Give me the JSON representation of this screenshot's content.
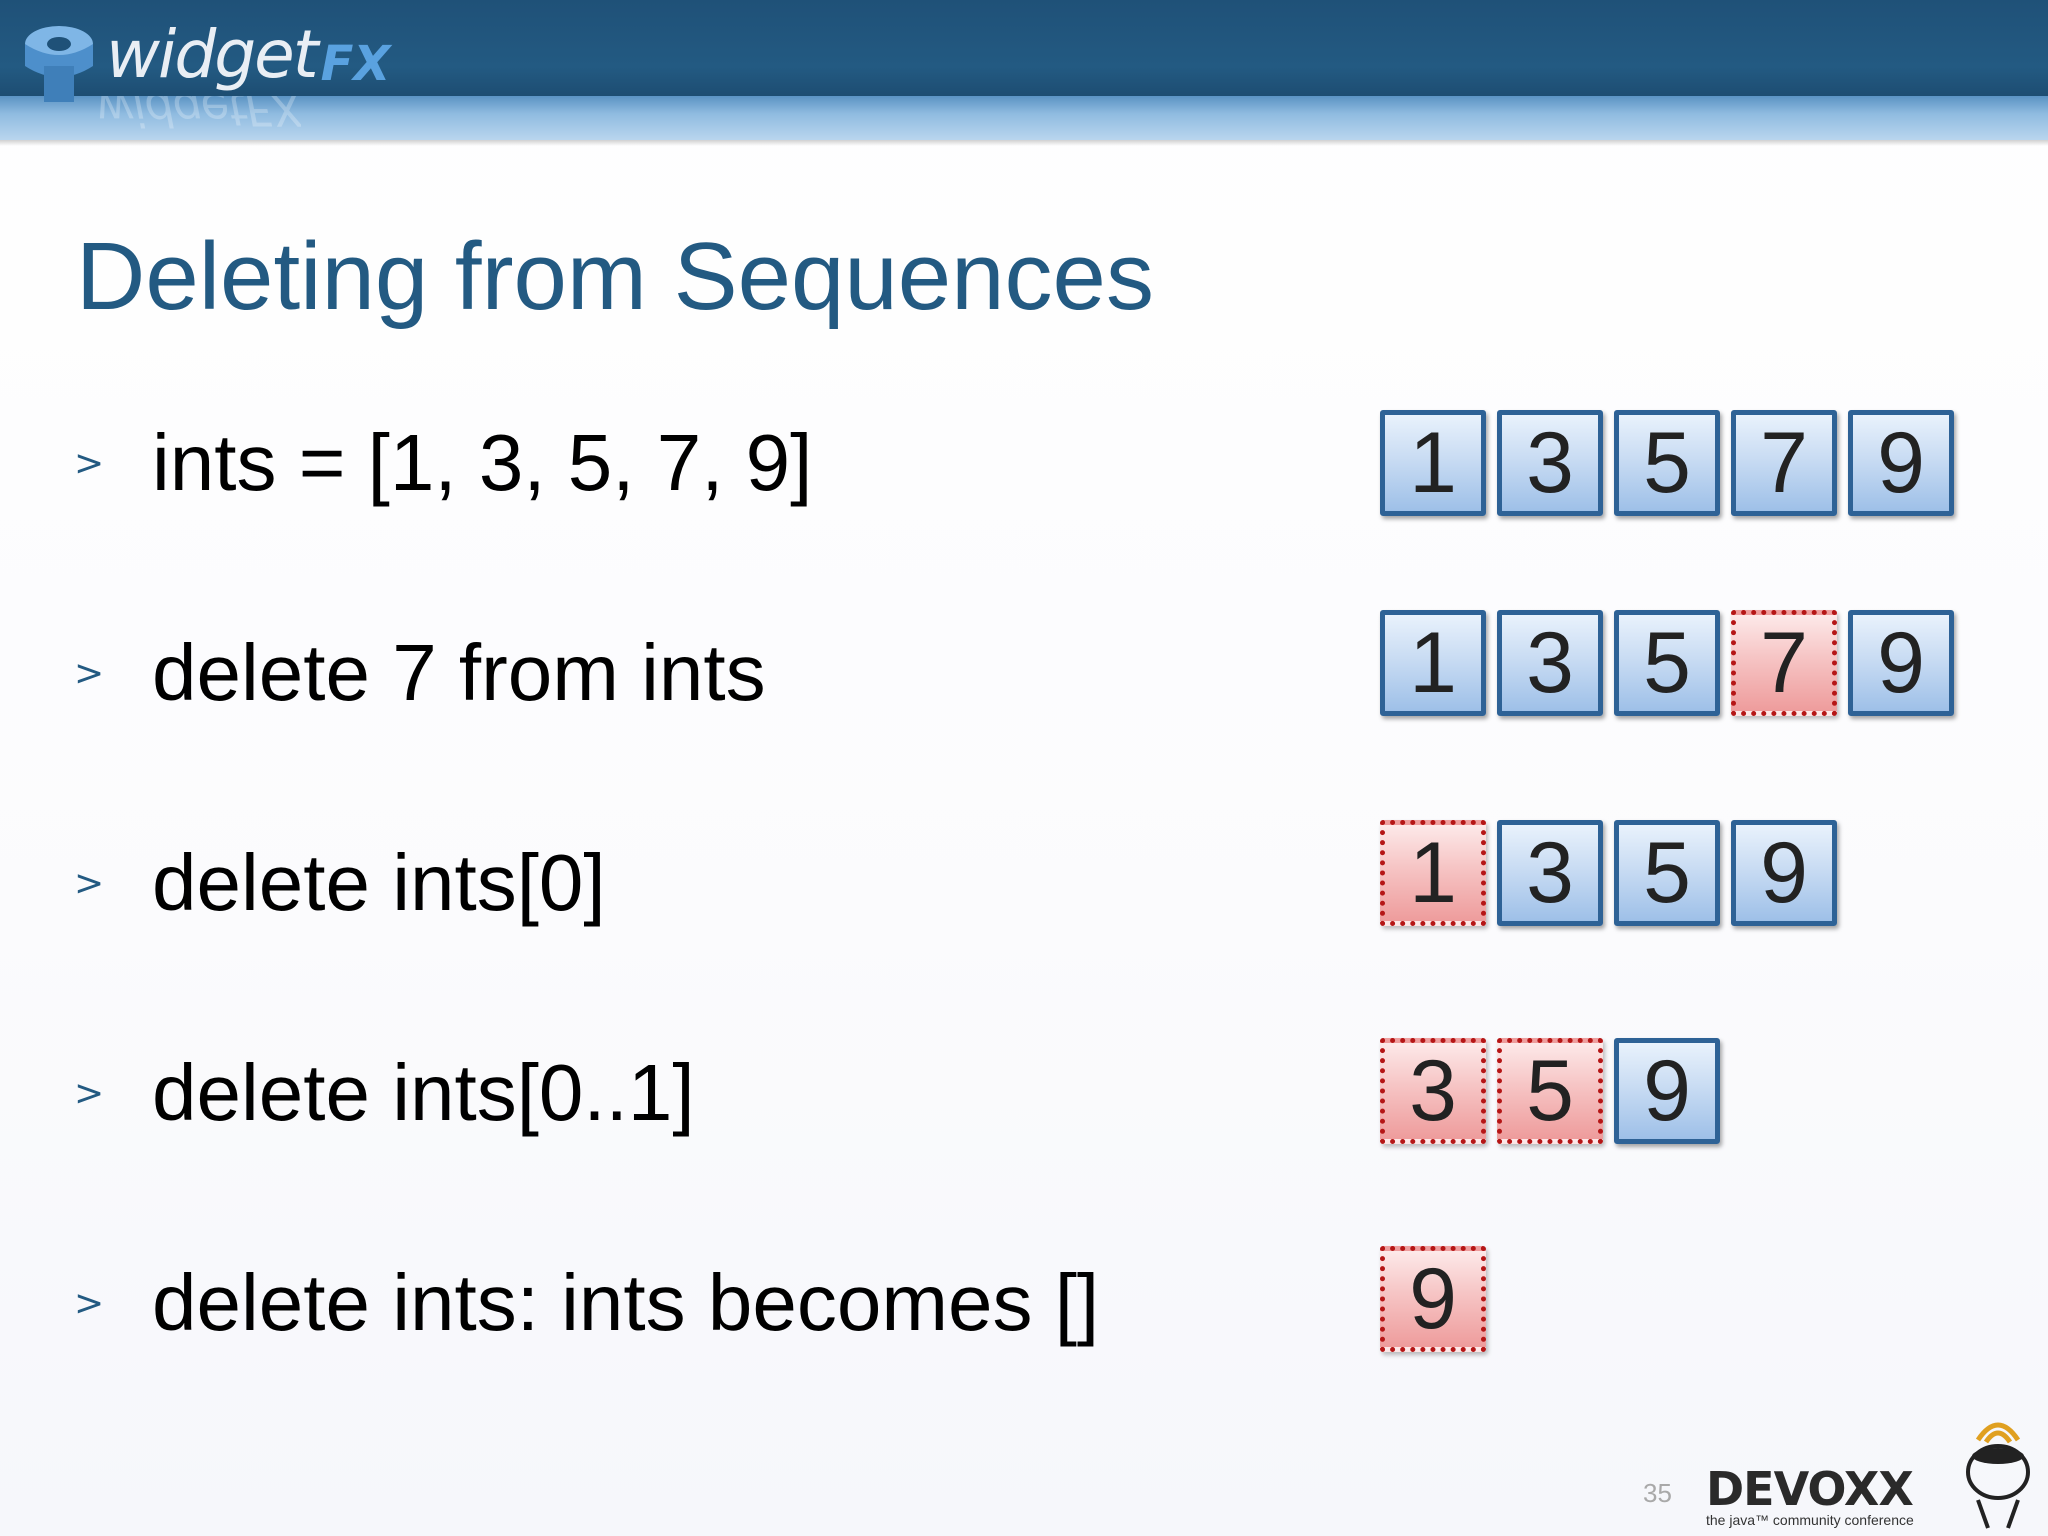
{
  "header": {
    "logo_word": "widget",
    "logo_suffix": "FX"
  },
  "title": "Deleting from Sequences",
  "bullet_marker": ">",
  "bullets": [
    "ints = [1, 3, 5, 7, 9]",
    "delete 7 from ints",
    "delete ints[0]",
    "delete ints[0..1]",
    "delete ints: ints becomes []"
  ],
  "sequences": [
    [
      {
        "v": "1",
        "state": "normal"
      },
      {
        "v": "3",
        "state": "normal"
      },
      {
        "v": "5",
        "state": "normal"
      },
      {
        "v": "7",
        "state": "normal"
      },
      {
        "v": "9",
        "state": "normal"
      }
    ],
    [
      {
        "v": "1",
        "state": "normal"
      },
      {
        "v": "3",
        "state": "normal"
      },
      {
        "v": "5",
        "state": "normal"
      },
      {
        "v": "7",
        "state": "deleted"
      },
      {
        "v": "9",
        "state": "normal"
      }
    ],
    [
      {
        "v": "1",
        "state": "deleted"
      },
      {
        "v": "3",
        "state": "normal"
      },
      {
        "v": "5",
        "state": "normal"
      },
      {
        "v": "9",
        "state": "normal"
      }
    ],
    [
      {
        "v": "3",
        "state": "deleted"
      },
      {
        "v": "5",
        "state": "deleted"
      },
      {
        "v": "9",
        "state": "normal"
      }
    ],
    [
      {
        "v": "9",
        "state": "deleted"
      }
    ]
  ],
  "footer": {
    "page_number": "35",
    "brand": "DEVOXX",
    "brand_tagline": "the java™ community conference"
  },
  "colors": {
    "title": "#235a82",
    "normal_cell_border": "#2e6296",
    "deleted_cell_border": "#b51616"
  }
}
